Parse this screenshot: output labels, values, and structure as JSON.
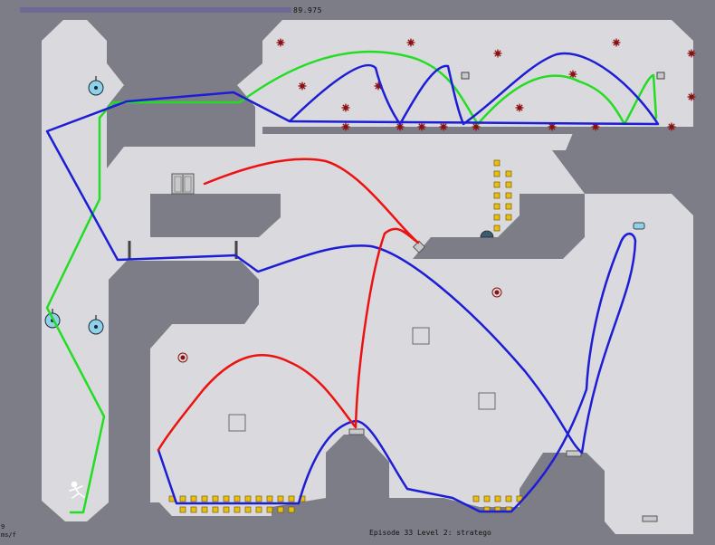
{
  "hud": {
    "time_remaining": "89.975",
    "time_fraction": 0.999
  },
  "footer": {
    "episode_level": "Episode 33 Level 2: stratego",
    "frame_value": "9",
    "frame_unit": "ms/f"
  },
  "colors": {
    "background": "#7d7d87",
    "floor": "#dadade",
    "path_green": "#22dd22",
    "path_blue": "#1d1dd6",
    "path_red": "#ee1111",
    "gold": "#e8c012",
    "mine": "#8c1010",
    "drone": "#8fd0ea"
  },
  "icons": {
    "player": "ninja-stick-figure-icon",
    "exit": "exit-door-icon",
    "switch": "exit-switch-icon",
    "mine": "mine-icon",
    "gold": "gold-cube-icon",
    "drone": "zap-drone-icon",
    "turret": "gauss-turret-icon",
    "launch_pad": "launch-pad-icon",
    "thwump": "thwump-block-icon"
  }
}
